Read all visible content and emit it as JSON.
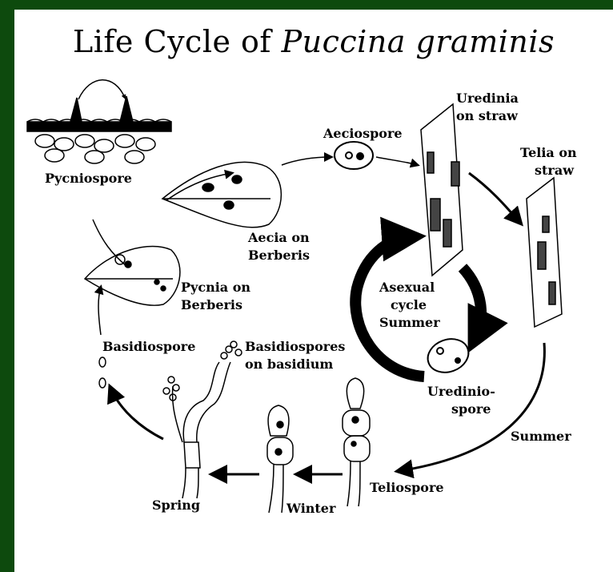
{
  "title": {
    "prefix": "Life Cycle of ",
    "species": "Puccina graminis"
  },
  "labels": {
    "pycniospore": "Pycniospore",
    "aeciospore": "Aeciospore",
    "uredinia_1": "Uredinia",
    "uredinia_2": "on straw",
    "telia_1": "Telia on",
    "telia_2": "straw",
    "aecia_1": "Aecia on",
    "aecia_2": "Berberis",
    "pycnia_1": "Pycnia on",
    "pycnia_2": "Berberis",
    "asexual_1": "Asexual",
    "asexual_2": "cycle",
    "asexual_3": "Summer",
    "basidiospore": "Basidiospore",
    "basidiospores_1": "Basidiospores",
    "basidiospores_2": "on basidium",
    "urediniospore_1": "Uredinio-",
    "urediniospore_2": "spore",
    "summer": "Summer",
    "teliospore": "Teliospore",
    "spring": "Spring",
    "winter": "Winter"
  },
  "colors": {
    "border": "#0d4a0d",
    "background": "#ffffff",
    "ink": "#000000"
  }
}
